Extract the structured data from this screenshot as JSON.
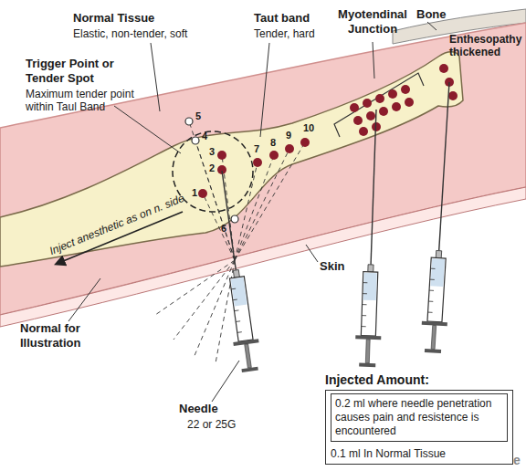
{
  "diagram": {
    "nodes": [
      {
        "text": [
          "Injected Amount:",
          "0.2 ml where needle penetration causes pain and resistence is encountered",
          "0.1 ml In Normal Tissue"
        ]
      }
    ],
    "labels": [
      "Normal Tissue",
      "Elastic, non-tender, soft",
      "Taut band",
      "Tender, hard",
      "Myotendinal Junction",
      "Bone",
      "Enthesopathy thickened",
      "Trigger Point or Tender Spot",
      "Maximum tender point within Taul Band",
      "Inject anesthetic as on n. side",
      "1",
      "2",
      "3",
      "4",
      "5",
      "6",
      "7",
      "8",
      "9",
      "10",
      "Skin",
      "Normal for Illustration",
      "Needle",
      "22 or 25G",
      "e"
    ]
  }
}
